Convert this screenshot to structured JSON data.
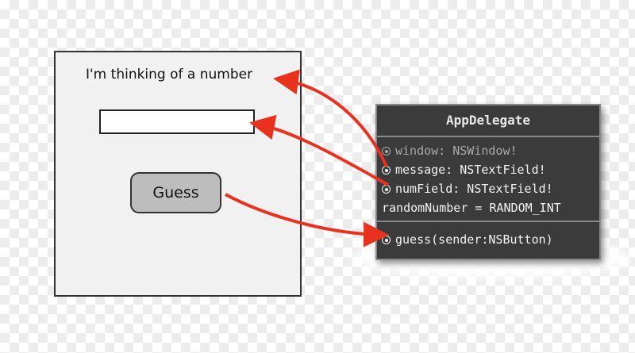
{
  "window": {
    "message_label": "I'm thinking of a number",
    "num_field_value": "",
    "guess_button_label": "Guess"
  },
  "uml": {
    "class_name": "AppDelegate",
    "attributes": [
      {
        "text": "window: NSWindow!",
        "has_icon": true,
        "dimmed": true
      },
      {
        "text": "message: NSTextField!",
        "has_icon": true,
        "dimmed": false
      },
      {
        "text": "numField: NSTextField!",
        "has_icon": true,
        "dimmed": false
      },
      {
        "text": "randomNumber = RANDOM_INT",
        "has_icon": false,
        "dimmed": false
      }
    ],
    "operations": [
      {
        "text": "guess(sender:NSButton)",
        "has_icon": true,
        "dimmed": false
      }
    ]
  },
  "colors": {
    "arrow": "#e8321e",
    "uml_background": "#3b3b3b",
    "button_fill": "#bdbdbd"
  }
}
